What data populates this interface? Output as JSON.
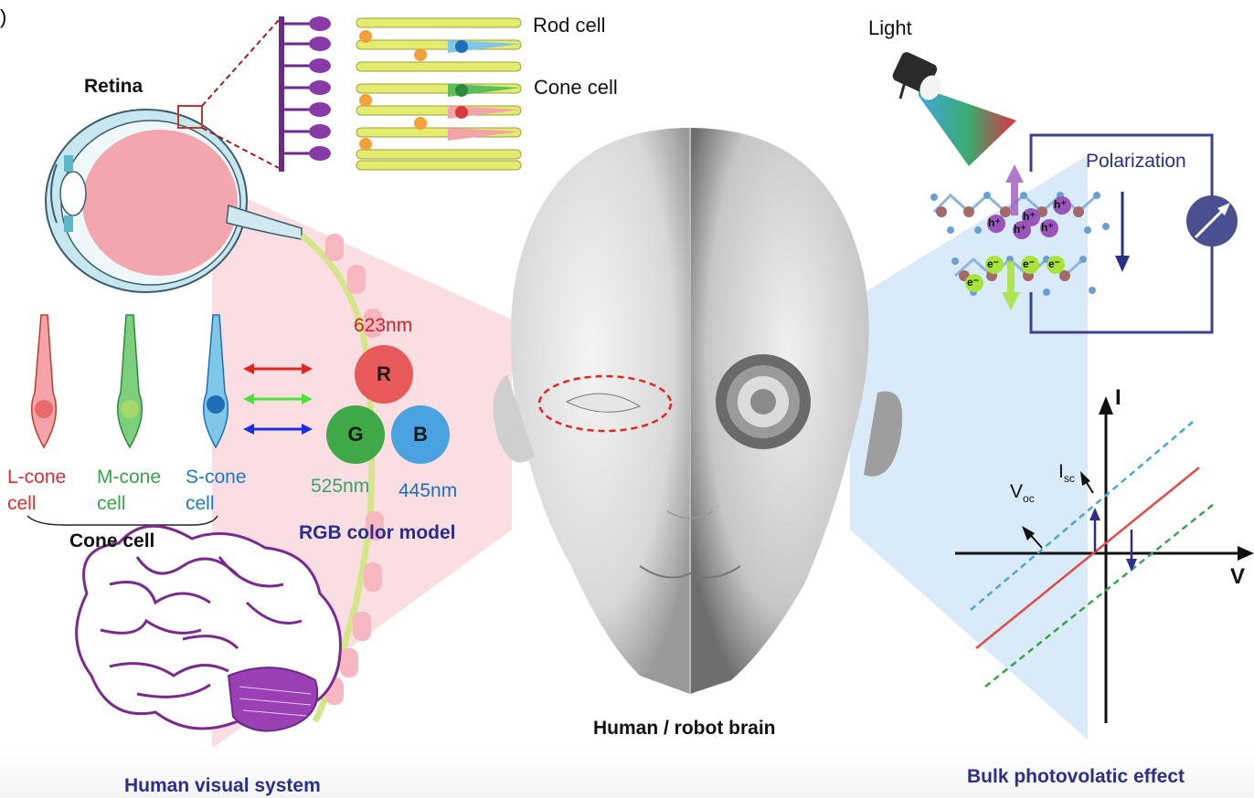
{
  "panel_marker": ")",
  "human_visual": {
    "retina_label": "Retina",
    "rod_cell_label": "Rod cell",
    "cone_cell_top_label": "Cone cell",
    "cones": [
      {
        "line1": "L-cone",
        "line2": "cell",
        "color": "#d93030"
      },
      {
        "line1": "M-cone",
        "line2": "cell",
        "color": "#3aa34a"
      },
      {
        "line1": "S-cone",
        "line2": "cell",
        "color": "#1f78c8"
      }
    ],
    "cone_group_label": "Cone cell",
    "caption": "Human visual system"
  },
  "rgb_model": {
    "r": {
      "letter": "R",
      "wavelength": "623nm",
      "color": "#e85a5a",
      "text_color": "#d62020"
    },
    "g": {
      "letter": "G",
      "wavelength": "525nm",
      "color": "#3fa847",
      "text_color": "#3aa36a"
    },
    "b": {
      "letter": "B",
      "wavelength": "445nm",
      "color": "#4aa3e0",
      "text_color": "#1f6fb8"
    },
    "caption": "RGB color model"
  },
  "brain_caption": "Human / robot brain",
  "photovoltaic": {
    "light_label": "Light",
    "polarization_label": "Polarization",
    "holes": [
      "h⁺",
      "h⁺",
      "h⁺",
      "h⁺",
      "h⁺"
    ],
    "electrons": [
      "e⁻",
      "e⁻",
      "e⁻",
      "e⁻"
    ],
    "i_axis": "I",
    "v_axis": "V",
    "voc": "V",
    "voc_sub": "oc",
    "isc": "I",
    "isc_sub": "sc",
    "caption": "Bulk photovolatic effect"
  },
  "colors": {
    "purple": "#7a2a8c",
    "navy": "#2b2f8a",
    "pink_beam": "#f7c9cf",
    "blue_beam": "#cfe6f6"
  }
}
